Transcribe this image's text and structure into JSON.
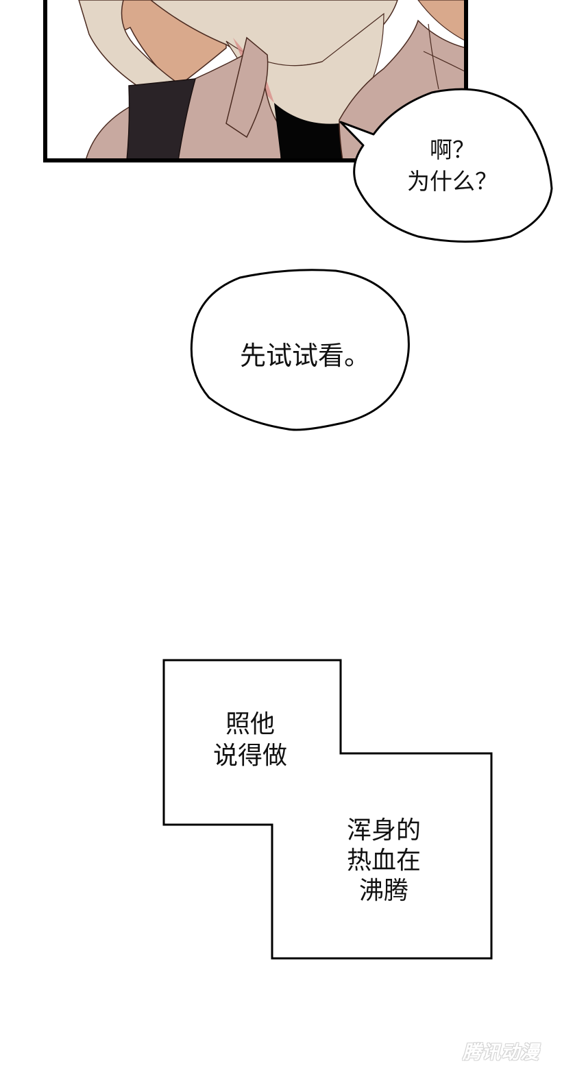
{
  "page": {
    "type": "webcomic-page",
    "background": "#ffffff"
  },
  "panel_top": {
    "description": "Close-up of a character's chin and neck in a pink collared shirt with dark tie/strap, hand touching face",
    "colors": {
      "border": "#000000",
      "skin_light": "#e3d6c6",
      "skin_shadow": "#d9a98c",
      "shirt": "#c8a9a0",
      "blush": "#d88f8a",
      "strap": "#2a2327",
      "inner_shirt": "#050505",
      "line": "#4a2a20"
    }
  },
  "bubble_1": {
    "text": "啊？\n为什么？",
    "lines": [
      "啊？",
      "为什么？"
    ]
  },
  "bubble_2": {
    "text": "先试试看。"
  },
  "narration_box": {
    "text_1": "照他\n说得做",
    "lines_1": [
      "照他",
      "说得做"
    ],
    "text_2": "浑身的\n热血在\n沸腾",
    "lines_2": [
      "浑身的",
      "热血在",
      "沸腾"
    ]
  },
  "watermark": {
    "text": "腾讯动漫"
  }
}
